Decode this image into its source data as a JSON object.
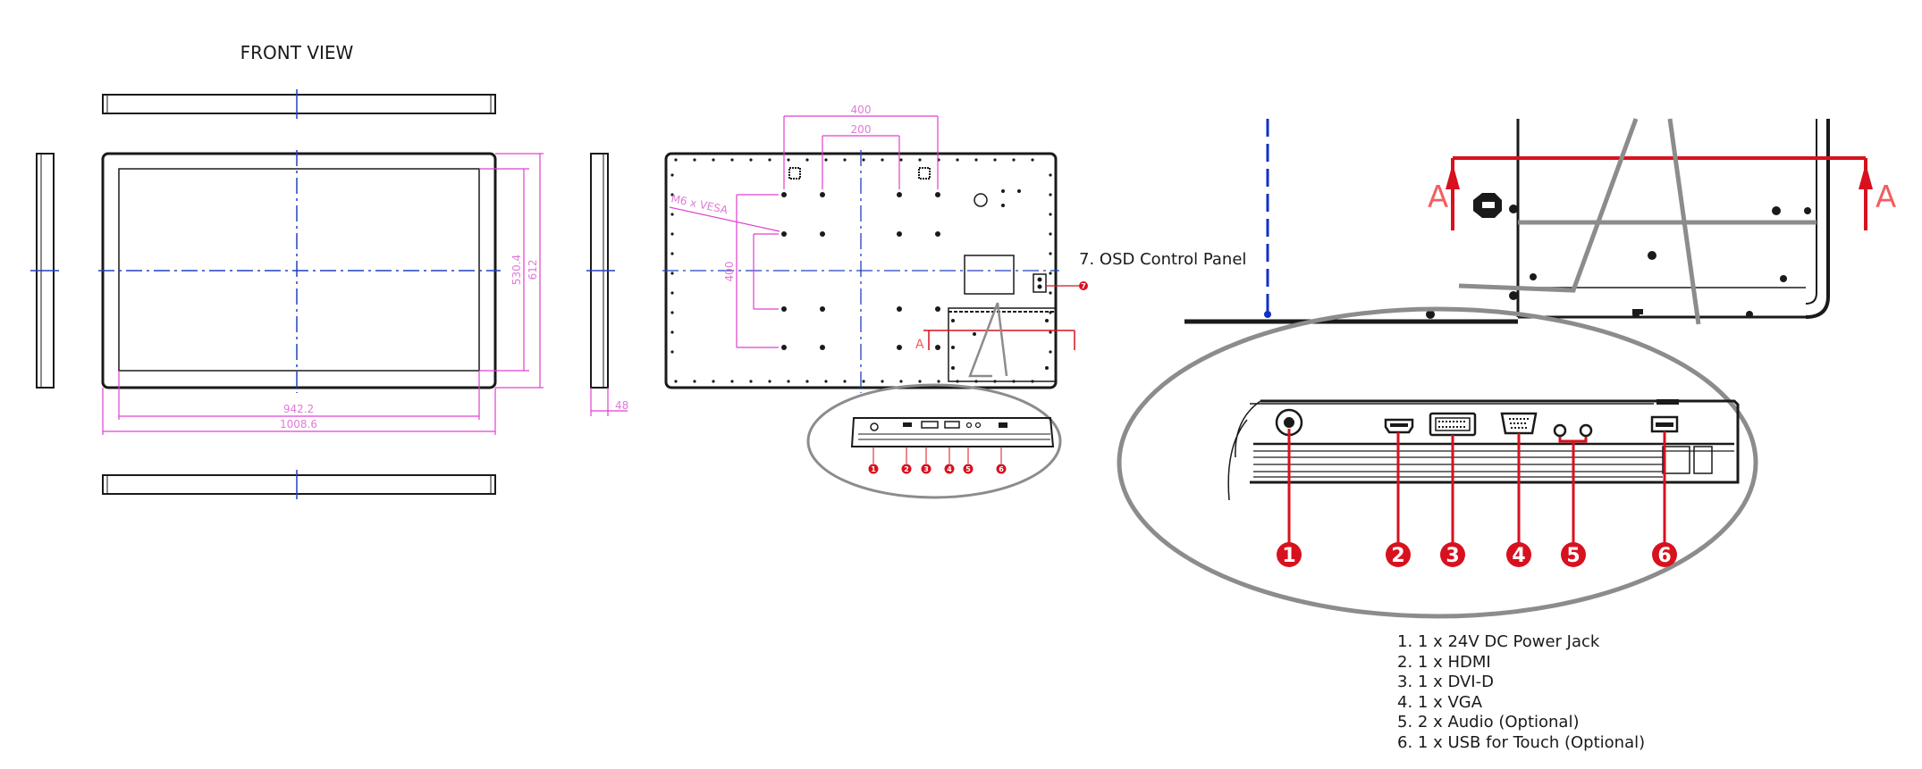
{
  "front_view": {
    "title": "FRONT VIEW",
    "dims": {
      "inner_width": "942.2",
      "outer_width": "1008.6",
      "inner_height": "530.4",
      "outer_height": "612",
      "depth": "48"
    }
  },
  "rear_view": {
    "dims": {
      "vesa_outer": "400",
      "vesa_inner": "200",
      "vesa_vertical": "400",
      "vesa_note": "M6 x VESA"
    },
    "section_marker": "A"
  },
  "callout": {
    "osd_label": "7. OSD Control Panel",
    "osd_number": "7",
    "port_numbers": [
      "1",
      "2",
      "3",
      "4",
      "5",
      "6"
    ]
  },
  "port_legend": [
    "1. 1 x 24V DC Power Jack",
    "2. 1 x HDMI",
    "3. 1 x DVI-D",
    "4. 1 x VGA",
    "5. 2 x Audio (Optional)",
    "6. 1 x USB for Touch (Optional)"
  ],
  "colors": {
    "line": "#1a1a1a",
    "dimension": "#e040d0",
    "centerline": "#2040c0",
    "callout_red": "#d8111f",
    "detail_gray": "#8c8c8c"
  }
}
